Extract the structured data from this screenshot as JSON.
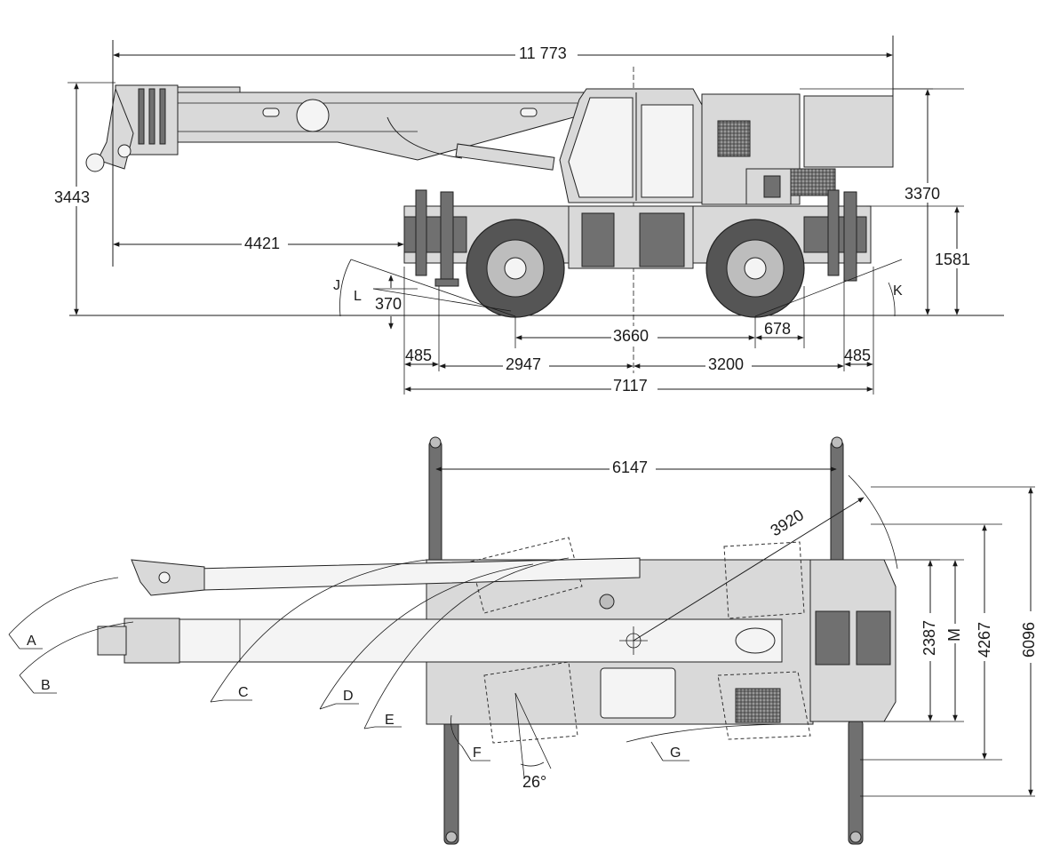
{
  "side_view": {
    "dimensions": {
      "overall_length": "11 773",
      "boom_height": "3443",
      "boom_overhang": "4421",
      "cab_height": "3370",
      "chassis_height": "1581",
      "ground_clearance": "370",
      "wheelbase": "3660",
      "rear_offset": "678",
      "front_outrigger_offset": "485",
      "front_axle_to_centre": "2947",
      "centre_to_rear": "3200",
      "rear_outrigger_offset": "485",
      "chassis_length": "7117"
    },
    "angle_labels": {
      "j": "J",
      "l": "L",
      "k": "K"
    }
  },
  "top_view": {
    "dimensions": {
      "outrigger_span_length": "6147",
      "tail_swing_radius": "3920",
      "track_width": "2387",
      "width_m": "M",
      "outrigger_mid_width": "4267",
      "outrigger_full_width": "6096",
      "steer_angle": "26°"
    },
    "turn_labels": {
      "a": "A",
      "b": "B",
      "c": "C",
      "d": "D",
      "e": "E",
      "f": "F",
      "g": "G"
    }
  }
}
